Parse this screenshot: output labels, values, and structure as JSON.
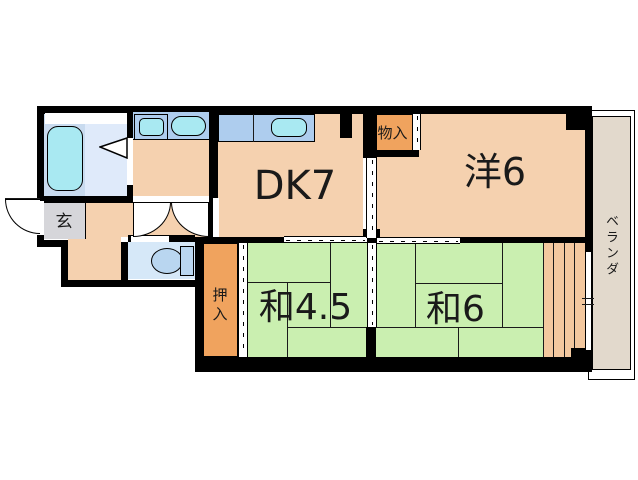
{
  "floorplan": {
    "rooms": {
      "dk": {
        "label": "DK7"
      },
      "western": {
        "label": "洋6"
      },
      "tatami45": {
        "label": "和4.5"
      },
      "tatami6": {
        "label": "和6"
      },
      "storage": {
        "label": "物入"
      },
      "closet": {
        "label": "押入"
      },
      "entrance": {
        "label": "玄"
      },
      "veranda": {
        "label": "ベランダ"
      }
    },
    "fixtures": [
      "bathtub-icon",
      "bath-door-icon",
      "washing-machine-icon",
      "washbasin-icon",
      "kitchen-sink-icon",
      "toilet-icon",
      "door-swing-icon",
      "window-icon",
      "sliding-door-icon"
    ]
  },
  "colors": {
    "bg": "#ffffff",
    "wall": "#000000",
    "peach": "#f5d1af",
    "orange": "#f0a35e",
    "tatami": "#caefb0",
    "engawa": "#f3c89f",
    "bathL": "#c9dbef",
    "bathR": "#dfeafa",
    "cyan": "#a9e9f2",
    "counter": "#aecdee",
    "toiletRoom": "#d6e8f8",
    "toiletFix": "#b9d6f0",
    "genkan": "#d6d6da",
    "veranda": "#e2d9cc"
  }
}
